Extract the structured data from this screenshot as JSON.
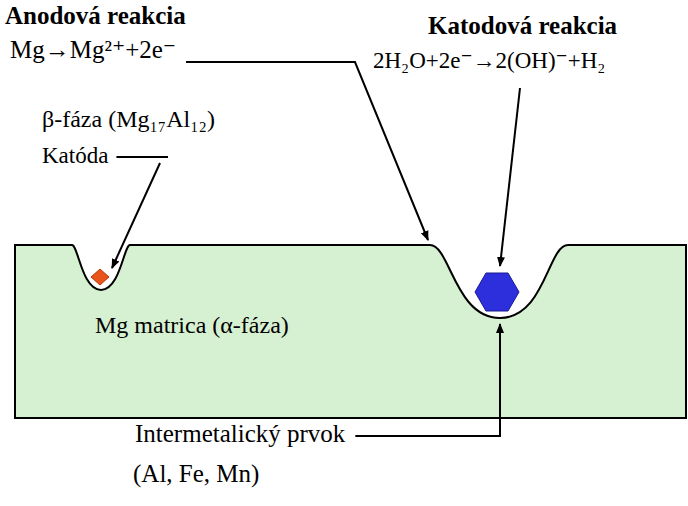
{
  "diagram": {
    "nodes": [
      {
        "text": [
          "Mg matrica (α-fáza)"
        ]
      }
    ],
    "labels": [
      "Anodová reakcia",
      "Mg→Mg²⁺+2e⁻",
      "Katodová reakcia",
      "2H₂O+2e⁻→2(OH)⁻+H₂",
      "β-fáza (Mg₁₇Al₁₂)",
      "Katóda",
      "Intermetalický prvok",
      "(Al, Fe, Mn)"
    ]
  }
}
